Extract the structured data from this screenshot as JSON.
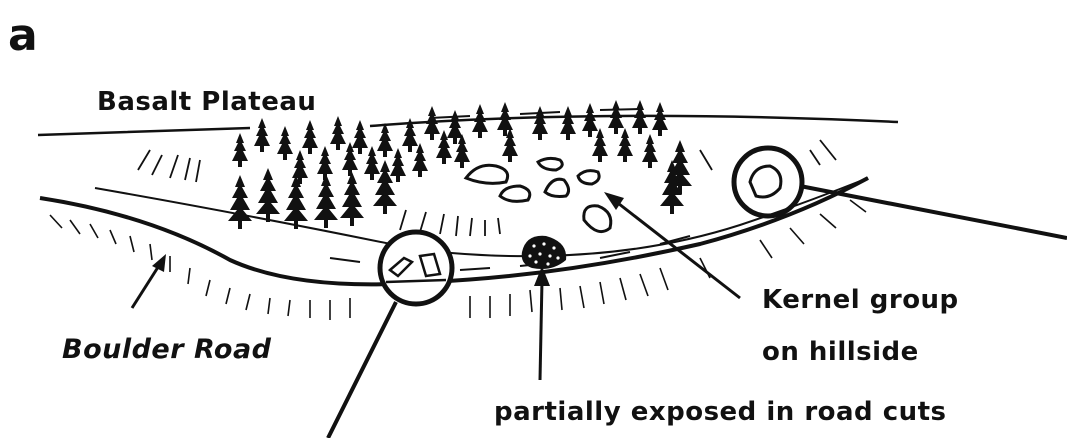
{
  "figure": {
    "panel_label": "a",
    "labels": {
      "plateau": "Basalt Plateau",
      "road": "Boulder Road",
      "kernel_line1": "Kernel group",
      "kernel_line2": "on hillside",
      "road_cuts": "partially exposed in road cuts"
    }
  }
}
